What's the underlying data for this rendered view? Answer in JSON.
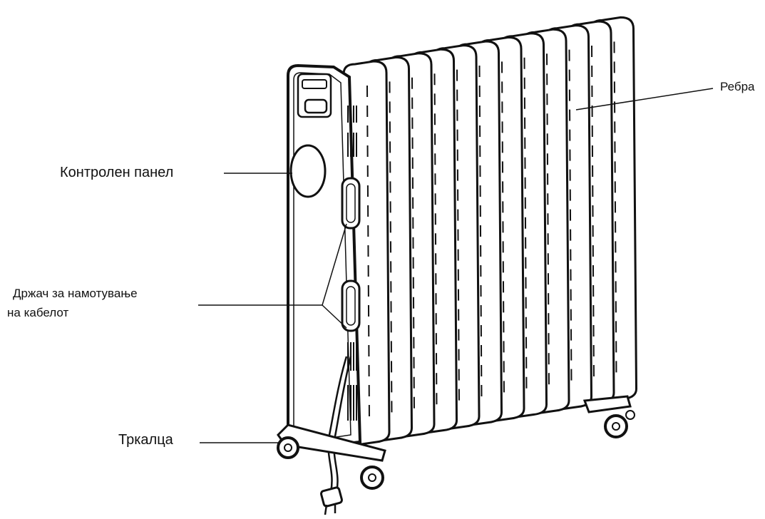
{
  "labels": {
    "ribs": "Ребра",
    "control_panel": "Контролен панел",
    "cord_holder_line1": "Држач за намотување",
    "cord_holder_line2": "на кабелот",
    "wheels": "Тркалца"
  },
  "colors": {
    "stroke": "#111111",
    "fill": "#ffffff"
  }
}
